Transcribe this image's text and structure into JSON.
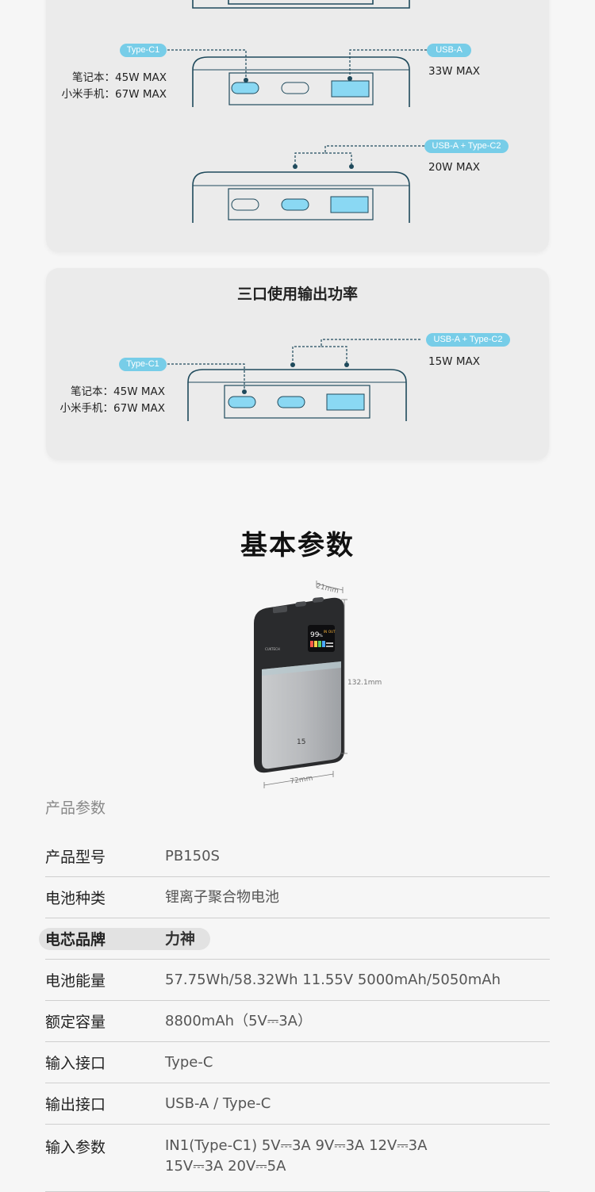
{
  "diagram_top": {
    "row_a": {
      "left_pill": "Type-C1",
      "left_lines": [
        "笔记本：45W MAX",
        "小米手机：67W MAX"
      ],
      "right_pill": "USB-A",
      "right_value": "33W MAX"
    },
    "row_b": {
      "right_pill": "USB-A + Type-C2",
      "right_value": "20W MAX"
    }
  },
  "diagram_three": {
    "title": "三口使用输出功率",
    "left_pill": "Type-C1",
    "left_lines": [
      "笔记本：45W MAX",
      "小米手机：67W MAX"
    ],
    "right_pill": "USB-A + Type-C2",
    "right_value": "15W MAX"
  },
  "basic": {
    "title": "基本参数",
    "dimensions": {
      "depth": "21mm",
      "height": "132.1mm",
      "width": "72mm"
    },
    "device_screen": [
      "99",
      "%",
      "IN",
      "OUT"
    ],
    "device_logo": "CUKTECH",
    "device_badge": "15"
  },
  "specs": {
    "caption": "产品参数",
    "rows": [
      {
        "key": "产品型号",
        "value": "PB150S"
      },
      {
        "key": "电池种类",
        "value": "锂离子聚合物电池"
      },
      {
        "key": "电芯品牌",
        "value": "力神"
      },
      {
        "key": "电池能量",
        "value": "57.75Wh/58.32Wh 11.55V  5000mAh/5050mAh"
      },
      {
        "key": "额定容量",
        "value": "8800mAh（5V⎓3A）"
      },
      {
        "key": "输入接口",
        "value": "Type-C"
      },
      {
        "key": "输出接口",
        "value": "USB-A / Type-C"
      },
      {
        "key": "输入参数",
        "value": "IN1(Type-C1) 5V⎓3A 9V⎓3A 12V⎓3A",
        "value2": "15V⎓3A 20V⎓5A"
      }
    ]
  },
  "colors": {
    "accent": "#77cde8",
    "port_fill": "#8ad8f3",
    "outline": "#1f4a5c"
  }
}
